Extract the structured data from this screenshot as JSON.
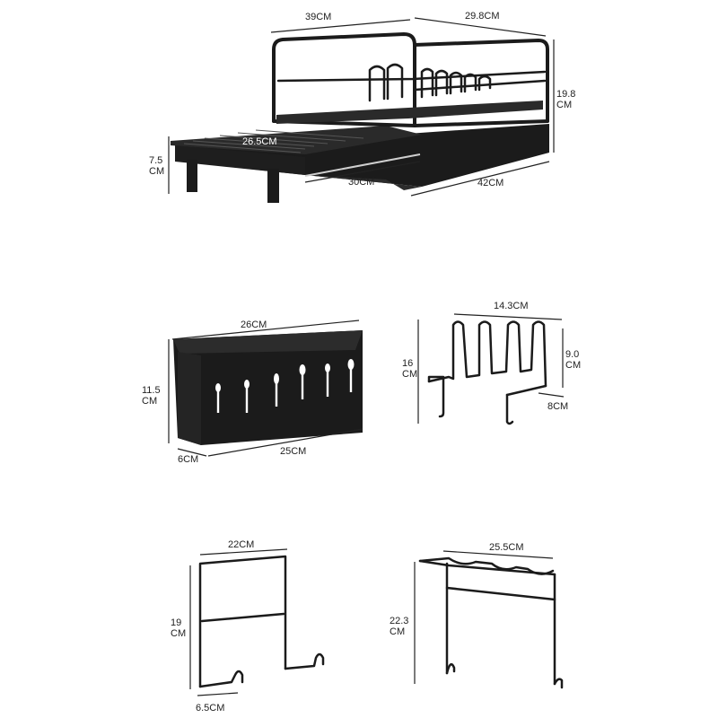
{
  "colors": {
    "product": "#1b1b1b",
    "dimension_line": "#222222",
    "background": "#ffffff"
  },
  "dish_rack": {
    "width_39": "39CM",
    "depth_29_8": "29.8CM",
    "height_19_8_line1": "19.8",
    "height_19_8_line2": "CM",
    "tray_26_5": "26.5CM",
    "leg_7_5_line1": "7.5",
    "leg_7_5_line2": "CM",
    "drawer_30": "30CM",
    "base_42": "42CM"
  },
  "utensil_holder": {
    "top_26": "26CM",
    "height_11_5_line1": "11.5",
    "height_11_5_line2": "CM",
    "depth_6": "6CM",
    "bottom_25": "25CM"
  },
  "cup_holder": {
    "width_14_3": "14.3CM",
    "height_16_line1": "16",
    "height_16_line2": "CM",
    "height_9_line1": "9.0",
    "height_9_line2": "CM",
    "depth_8": "8CM"
  },
  "board_rack": {
    "width_22": "22CM",
    "height_19_line1": "19",
    "height_19_line2": "CM",
    "hook_6_5": "6.5CM"
  },
  "pot_rack": {
    "width_25_5": "25.5CM",
    "height_22_3_line1": "22.3",
    "height_22_3_line2": "CM"
  }
}
